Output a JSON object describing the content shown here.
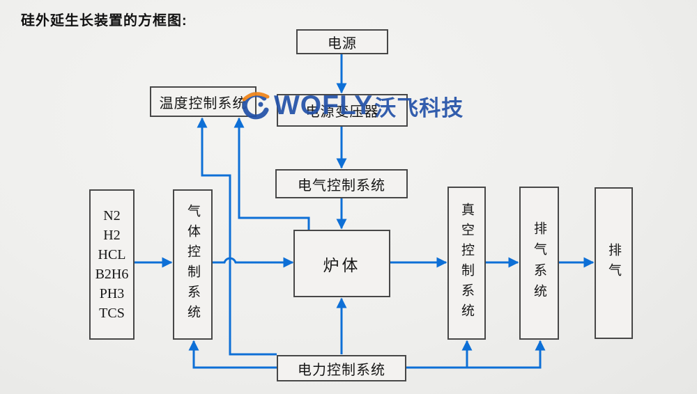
{
  "title": "硅外延生长装置的方框图:",
  "watermark": {
    "brand": "WOFLY",
    "brand_cn": "沃飞科技",
    "logo": "wofly-swirl-logo",
    "brand_color": "#2452a8",
    "accent_color": "#f08519"
  },
  "colors": {
    "arrow": "#0d6fd6",
    "box_border": "#474747",
    "box_fill": "#f3f2f0",
    "background": "#efefed",
    "text": "#161616"
  },
  "diagram": {
    "boxes": {
      "power": {
        "label": "电源"
      },
      "transformer": {
        "label": "电源变压器"
      },
      "temperature_control": {
        "label": "温度控制系统"
      },
      "electrical_control": {
        "label": "电气控制系统"
      },
      "furnace": {
        "label": "炉体"
      },
      "gas_sources": {
        "items": [
          "N2",
          "H2",
          "HCL",
          "B2H6",
          "PH3",
          "TCS"
        ]
      },
      "gas_control": {
        "label": "气体控制系统"
      },
      "vacuum_control": {
        "label": "真空控制系统"
      },
      "exhaust_system": {
        "label": "排气系统"
      },
      "exhaust": {
        "label": "排气"
      },
      "power_control": {
        "label": "电力控制系统"
      }
    },
    "connections": [
      {
        "from": "电源",
        "to": "电源变压器"
      },
      {
        "from": "电源变压器",
        "to": "电气控制系统"
      },
      {
        "from": "电气控制系统",
        "to": "炉体"
      },
      {
        "from": "气源列表",
        "to": "气体控制系统"
      },
      {
        "from": "气体控制系统",
        "to": "炉体"
      },
      {
        "from": "炉体",
        "to": "真空控制系统"
      },
      {
        "from": "真空控制系统",
        "to": "排气系统"
      },
      {
        "from": "排气系统",
        "to": "排气"
      },
      {
        "from": "炉体",
        "to": "温度控制系统"
      },
      {
        "from": "电力控制系统",
        "to": "温度控制系统"
      },
      {
        "from": "电力控制系统",
        "to": "气体控制系统"
      },
      {
        "from": "电力控制系统",
        "to": "炉体"
      },
      {
        "from": "电力控制系统",
        "to": "真空控制系统"
      },
      {
        "from": "电力控制系统",
        "to": "排气系统"
      }
    ]
  }
}
